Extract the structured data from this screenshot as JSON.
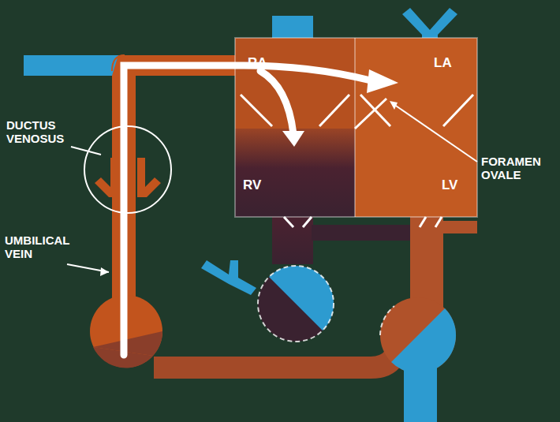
{
  "diagram": {
    "nodes": [
      {
        "text": [
          "RA"
        ]
      },
      {
        "text": [
          "LA"
        ]
      },
      {
        "text": [
          "RV"
        ]
      },
      {
        "text": [
          "LV"
        ]
      }
    ],
    "labels": [
      "DUCTUS VENOSUS",
      "UMBILICAL VEIN",
      "FORAMEN OVALE"
    ]
  }
}
